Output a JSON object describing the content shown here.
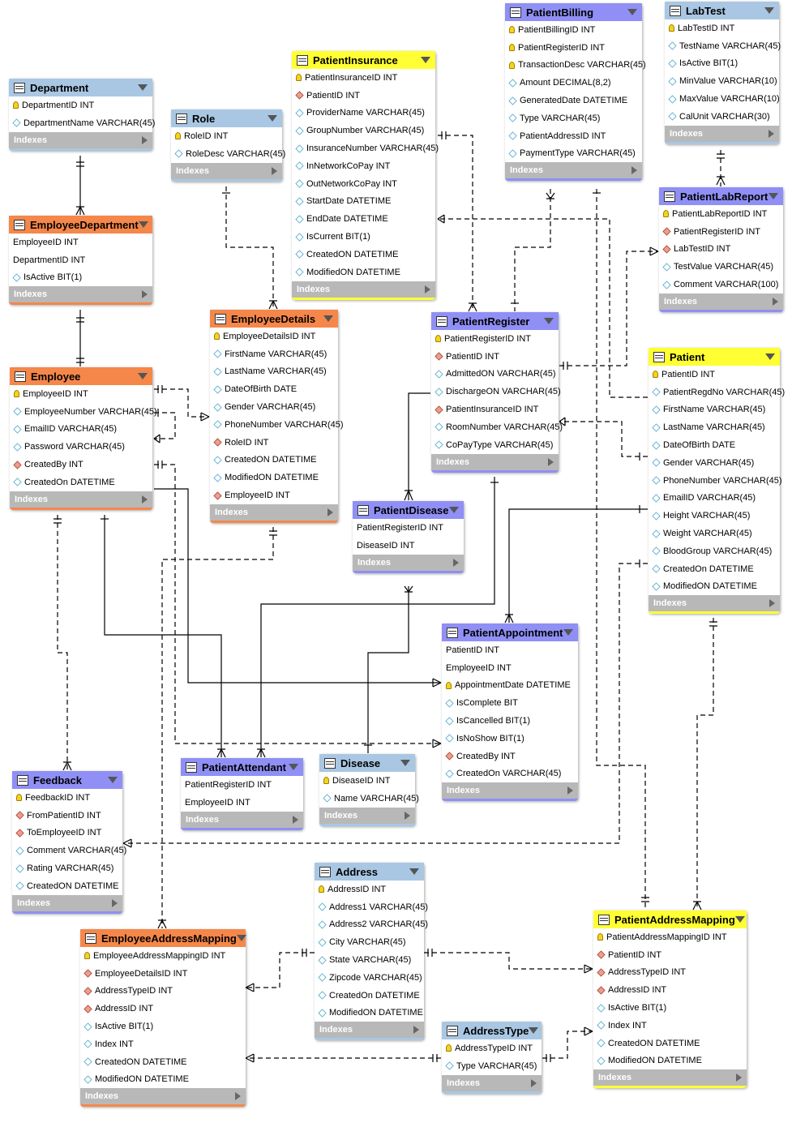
{
  "tables": [
    {
      "id": "Department",
      "title": "Department",
      "color": "blue",
      "columns": [
        {
          "k": "pk",
          "t": "DepartmentID INT"
        },
        {
          "k": "col",
          "t": "DepartmentName VARCHAR(45)"
        }
      ]
    },
    {
      "id": "Role",
      "title": "Role",
      "color": "blue",
      "columns": [
        {
          "k": "pk",
          "t": "RoleID INT"
        },
        {
          "k": "col",
          "t": "RoleDesc VARCHAR(45)"
        }
      ]
    },
    {
      "id": "PatientInsurance",
      "title": "PatientInsurance",
      "color": "yellow",
      "columns": [
        {
          "k": "pk",
          "t": "PatientInsuranceID INT"
        },
        {
          "k": "fk",
          "t": "PatientID INT"
        },
        {
          "k": "col",
          "t": "ProviderName VARCHAR(45)"
        },
        {
          "k": "col",
          "t": "GroupNumber VARCHAR(45)"
        },
        {
          "k": "col",
          "t": "InsuranceNumber VARCHAR(45)"
        },
        {
          "k": "col",
          "t": "InNetworkCoPay INT"
        },
        {
          "k": "col",
          "t": "OutNetworkCoPay INT"
        },
        {
          "k": "col",
          "t": "StartDate DATETIME"
        },
        {
          "k": "col",
          "t": "EndDate DATETIME"
        },
        {
          "k": "col",
          "t": "IsCurrent BIT(1)"
        },
        {
          "k": "col",
          "t": "CreatedON DATETIME"
        },
        {
          "k": "col",
          "t": "ModifiedON DATETIME"
        }
      ]
    },
    {
      "id": "PatientBilling",
      "title": "PatientBilling",
      "color": "purple",
      "columns": [
        {
          "k": "pk",
          "t": "PatientBillingID INT"
        },
        {
          "k": "pk",
          "t": "PatientRegisterID INT"
        },
        {
          "k": "pk",
          "t": "TransactionDesc VARCHAR(45)"
        },
        {
          "k": "col",
          "t": "Amount DECIMAL(8,2)"
        },
        {
          "k": "col",
          "t": "GeneratedDate DATETIME"
        },
        {
          "k": "col",
          "t": "Type VARCHAR(45)"
        },
        {
          "k": "col",
          "t": "PatientAddressID INT"
        },
        {
          "k": "col",
          "t": "PaymentType VARCHAR(45)"
        }
      ]
    },
    {
      "id": "LabTest",
      "title": "LabTest",
      "color": "blue",
      "columns": [
        {
          "k": "pk",
          "t": "LabTestID INT"
        },
        {
          "k": "col",
          "t": "TestName VARCHAR(45)"
        },
        {
          "k": "col",
          "t": "IsActive BIT(1)"
        },
        {
          "k": "col",
          "t": "MinValue VARCHAR(10)"
        },
        {
          "k": "col",
          "t": "MaxValue VARCHAR(10)"
        },
        {
          "k": "col",
          "t": "CalUnit VARCHAR(30)"
        }
      ]
    },
    {
      "id": "PatientLabReport",
      "title": "PatientLabReport",
      "color": "purple",
      "columns": [
        {
          "k": "pk",
          "t": "PatientLabReportID INT"
        },
        {
          "k": "fk",
          "t": "PatientRegisterID INT"
        },
        {
          "k": "fk",
          "t": "LabTestID INT"
        },
        {
          "k": "col",
          "t": "TestValue VARCHAR(45)"
        },
        {
          "k": "col",
          "t": "Comment VARCHAR(100)"
        }
      ]
    },
    {
      "id": "EmployeeDepartment",
      "title": "EmployeeDepartment",
      "color": "orange",
      "columns": [
        {
          "k": "none",
          "t": "EmployeeID INT"
        },
        {
          "k": "none",
          "t": "DepartmentID INT"
        },
        {
          "k": "col",
          "t": "IsActive BIT(1)"
        }
      ]
    },
    {
      "id": "EmployeeDetails",
      "title": "EmployeeDetails",
      "color": "orange",
      "columns": [
        {
          "k": "pk",
          "t": "EmployeeDetailsID INT"
        },
        {
          "k": "col",
          "t": "FirstName VARCHAR(45)"
        },
        {
          "k": "col",
          "t": "LastName VARCHAR(45)"
        },
        {
          "k": "col",
          "t": "DateOfBirth DATE"
        },
        {
          "k": "col",
          "t": "Gender VARCHAR(45)"
        },
        {
          "k": "col",
          "t": "PhoneNumber VARCHAR(45)"
        },
        {
          "k": "fk",
          "t": "RoleID INT"
        },
        {
          "k": "col",
          "t": "CreatedON DATETIME"
        },
        {
          "k": "col",
          "t": "ModifiedON DATETIME"
        },
        {
          "k": "fk",
          "t": "EmployeeID INT"
        }
      ]
    },
    {
      "id": "PatientRegister",
      "title": "PatientRegister",
      "color": "purple",
      "columns": [
        {
          "k": "pk",
          "t": "PatientRegisterID INT"
        },
        {
          "k": "fk",
          "t": "PatientID INT"
        },
        {
          "k": "col",
          "t": "AdmittedON VARCHAR(45)"
        },
        {
          "k": "col",
          "t": "DischargeON VARCHAR(45)"
        },
        {
          "k": "fk",
          "t": "PatientInsuranceID INT"
        },
        {
          "k": "col",
          "t": "RoomNumber VARCHAR(45)"
        },
        {
          "k": "col",
          "t": "CoPayType VARCHAR(45)"
        }
      ]
    },
    {
      "id": "Patient",
      "title": "Patient",
      "color": "yellow",
      "columns": [
        {
          "k": "pk",
          "t": "PatientID INT"
        },
        {
          "k": "col",
          "t": "PatientRegdNo VARCHAR(45)"
        },
        {
          "k": "col",
          "t": "FirstName VARCHAR(45)"
        },
        {
          "k": "col",
          "t": "LastName VARCHAR(45)"
        },
        {
          "k": "col",
          "t": "DateOfBirth DATE"
        },
        {
          "k": "col",
          "t": "Gender VARCHAR(45)"
        },
        {
          "k": "col",
          "t": "PhoneNumber VARCHAR(45)"
        },
        {
          "k": "col",
          "t": "EmailID VARCHAR(45)"
        },
        {
          "k": "col",
          "t": "Height VARCHAR(45)"
        },
        {
          "k": "col",
          "t": "Weight VARCHAR(45)"
        },
        {
          "k": "col",
          "t": "BloodGroup VARCHAR(45)"
        },
        {
          "k": "col",
          "t": "CreatedOn DATETIME"
        },
        {
          "k": "col",
          "t": "ModifiedON DATETIME"
        }
      ]
    },
    {
      "id": "Employee",
      "title": "Employee",
      "color": "orange",
      "columns": [
        {
          "k": "pk",
          "t": "EmployeeID INT"
        },
        {
          "k": "col",
          "t": "EmployeeNumber VARCHAR(45)"
        },
        {
          "k": "col",
          "t": "EmailID VARCHAR(45)"
        },
        {
          "k": "col",
          "t": "Password VARCHAR(45)"
        },
        {
          "k": "fk",
          "t": "CreatedBy INT"
        },
        {
          "k": "col",
          "t": "CreatedOn DATETIME"
        }
      ]
    },
    {
      "id": "PatientDisease",
      "title": "PatientDisease",
      "color": "purple",
      "columns": [
        {
          "k": "none",
          "t": "PatientRegisterID INT"
        },
        {
          "k": "none",
          "t": "DiseaseID INT"
        }
      ]
    },
    {
      "id": "PatientAppointment",
      "title": "PatientAppointment",
      "color": "purple",
      "columns": [
        {
          "k": "none",
          "t": "PatientID INT"
        },
        {
          "k": "none",
          "t": "EmployeeID INT"
        },
        {
          "k": "pk",
          "t": "AppointmentDate DATETIME"
        },
        {
          "k": "col",
          "t": "IsComplete BIT"
        },
        {
          "k": "col",
          "t": "IsCancelled BIT(1)"
        },
        {
          "k": "col",
          "t": "IsNoShow BIT(1)"
        },
        {
          "k": "fk",
          "t": "CreatedBy INT"
        },
        {
          "k": "col",
          "t": "CreatedOn VARCHAR(45)"
        }
      ]
    },
    {
      "id": "Feedback",
      "title": "Feedback",
      "color": "purple",
      "columns": [
        {
          "k": "pk",
          "t": "FeedbackID INT"
        },
        {
          "k": "fk",
          "t": "FromPatientID INT"
        },
        {
          "k": "fk",
          "t": "ToEmployeeID INT"
        },
        {
          "k": "col",
          "t": "Comment VARCHAR(45)"
        },
        {
          "k": "col",
          "t": "Rating VARCHAR(45)"
        },
        {
          "k": "col",
          "t": "CreatedON DATETIME"
        }
      ]
    },
    {
      "id": "PatientAttendant",
      "title": "PatientAttendant",
      "color": "purple",
      "columns": [
        {
          "k": "none",
          "t": "PatientRegisterID INT"
        },
        {
          "k": "none",
          "t": "EmployeeID INT"
        }
      ]
    },
    {
      "id": "Disease",
      "title": "Disease",
      "color": "blue",
      "columns": [
        {
          "k": "pk",
          "t": "DiseaseID INT"
        },
        {
          "k": "col",
          "t": "Name VARCHAR(45)"
        }
      ]
    },
    {
      "id": "Address",
      "title": "Address",
      "color": "blue",
      "columns": [
        {
          "k": "pk",
          "t": "AddressID INT"
        },
        {
          "k": "col",
          "t": "Address1 VARCHAR(45)"
        },
        {
          "k": "col",
          "t": "Address2 VARCHAR(45)"
        },
        {
          "k": "col",
          "t": "City VARCHAR(45)"
        },
        {
          "k": "col",
          "t": "State VARCHAR(45)"
        },
        {
          "k": "col",
          "t": "Zipcode VARCHAR(45)"
        },
        {
          "k": "col",
          "t": "CreatedOn DATETIME"
        },
        {
          "k": "col",
          "t": "ModifiedON DATETIME"
        }
      ]
    },
    {
      "id": "PatientAddressMapping",
      "title": "PatientAddressMapping",
      "color": "yellow",
      "columns": [
        {
          "k": "pk",
          "t": "PatientAddressMappingID INT"
        },
        {
          "k": "fk",
          "t": "PatientID INT"
        },
        {
          "k": "fk",
          "t": "AddressTypeID INT"
        },
        {
          "k": "fk",
          "t": "AddressID INT"
        },
        {
          "k": "col",
          "t": "IsActive BIT(1)"
        },
        {
          "k": "col",
          "t": "Index INT"
        },
        {
          "k": "col",
          "t": "CreatedON DATETIME"
        },
        {
          "k": "col",
          "t": "ModifiedON DATETIME"
        }
      ]
    },
    {
      "id": "EmployeeAddressMapping",
      "title": "EmployeeAddressMapping",
      "color": "orange",
      "columns": [
        {
          "k": "pk",
          "t": "EmployeeAddressMappingID INT"
        },
        {
          "k": "fk",
          "t": "EmployeeDetailsID INT"
        },
        {
          "k": "fk",
          "t": "AddressTypeID INT"
        },
        {
          "k": "fk",
          "t": "AddressID INT"
        },
        {
          "k": "col",
          "t": "IsActive BIT(1)"
        },
        {
          "k": "col",
          "t": "Index INT"
        },
        {
          "k": "col",
          "t": "CreatedON DATETIME"
        },
        {
          "k": "col",
          "t": "ModifiedON DATETIME"
        }
      ]
    },
    {
      "id": "AddressType",
      "title": "AddressType",
      "color": "blue",
      "columns": [
        {
          "k": "pk",
          "t": "AddressTypeID INT"
        },
        {
          "k": "col",
          "t": "Type VARCHAR(45)"
        }
      ]
    }
  ],
  "indexes_label": "Indexes",
  "icons": {
    "table": "table-icon",
    "collapse": "caret-down-icon",
    "expand": "triangle-right-icon",
    "primary_key": "key-icon",
    "foreign_key": "diamond-red-icon",
    "column": "diamond-outline-icon"
  }
}
